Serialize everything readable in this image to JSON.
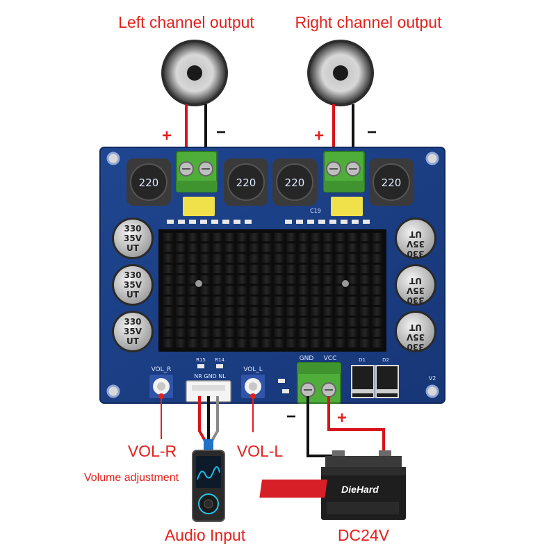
{
  "labels": {
    "left_output": "Left channel output",
    "right_output": "Right channel output",
    "vol_r": "VOL-R",
    "vol_l": "VOL-L",
    "volume_adjustment": "Volume adjustment",
    "audio_input": "Audio Input",
    "dc_supply": "DC24V",
    "plus": "+",
    "minus": "−"
  },
  "board": {
    "vol_r_silk": "VOL_R",
    "vol_l_silk": "VOL_L",
    "gnd_silk": "GND",
    "vcc_silk": "VCC",
    "input_header_silk": "NR GND NL",
    "r15": "R15",
    "r14": "R14",
    "d1": "D1",
    "d2": "D2",
    "v2": "V2",
    "c19": "C19",
    "inductor_value": "220",
    "capacitor_lines": [
      "330",
      "35V",
      "UT"
    ]
  },
  "battery": {
    "brand": "DieHard"
  },
  "colors": {
    "label_red": "#e4201c",
    "pcb_blue": "#1c3f86",
    "terminal_green": "#4fae3a",
    "wire_black": "#111111",
    "wire_red": "#d8141a"
  }
}
